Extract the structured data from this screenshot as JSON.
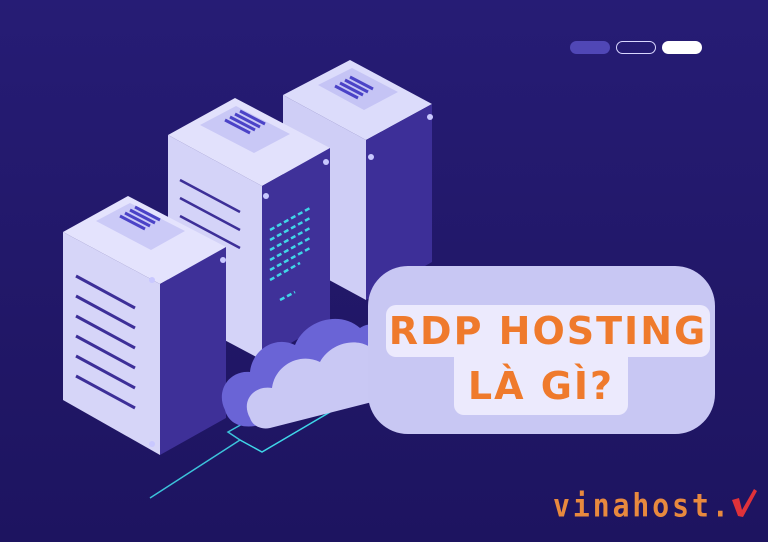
{
  "banner": {
    "title_line1": "RDP HOSTING",
    "title_line2": "LÀ GÌ?",
    "brand": "vinahost.",
    "colors": {
      "background": "#23196b",
      "title_text": "#ef7a2c",
      "bubble": "#c8c7f3",
      "bubble_inner": "#eceafd",
      "brand_text": "#e8893e",
      "brand_check": "#e0323a",
      "accent_cyan": "#3fd6e8"
    }
  },
  "carousel_indicators": [
    {
      "state": "filled-purple"
    },
    {
      "state": "outline"
    },
    {
      "state": "filled-white"
    }
  ],
  "illustration": {
    "icons": [
      "server-rack-icon",
      "server-rack-icon",
      "server-rack-icon",
      "cloud-icon",
      "network-line-icon"
    ]
  }
}
